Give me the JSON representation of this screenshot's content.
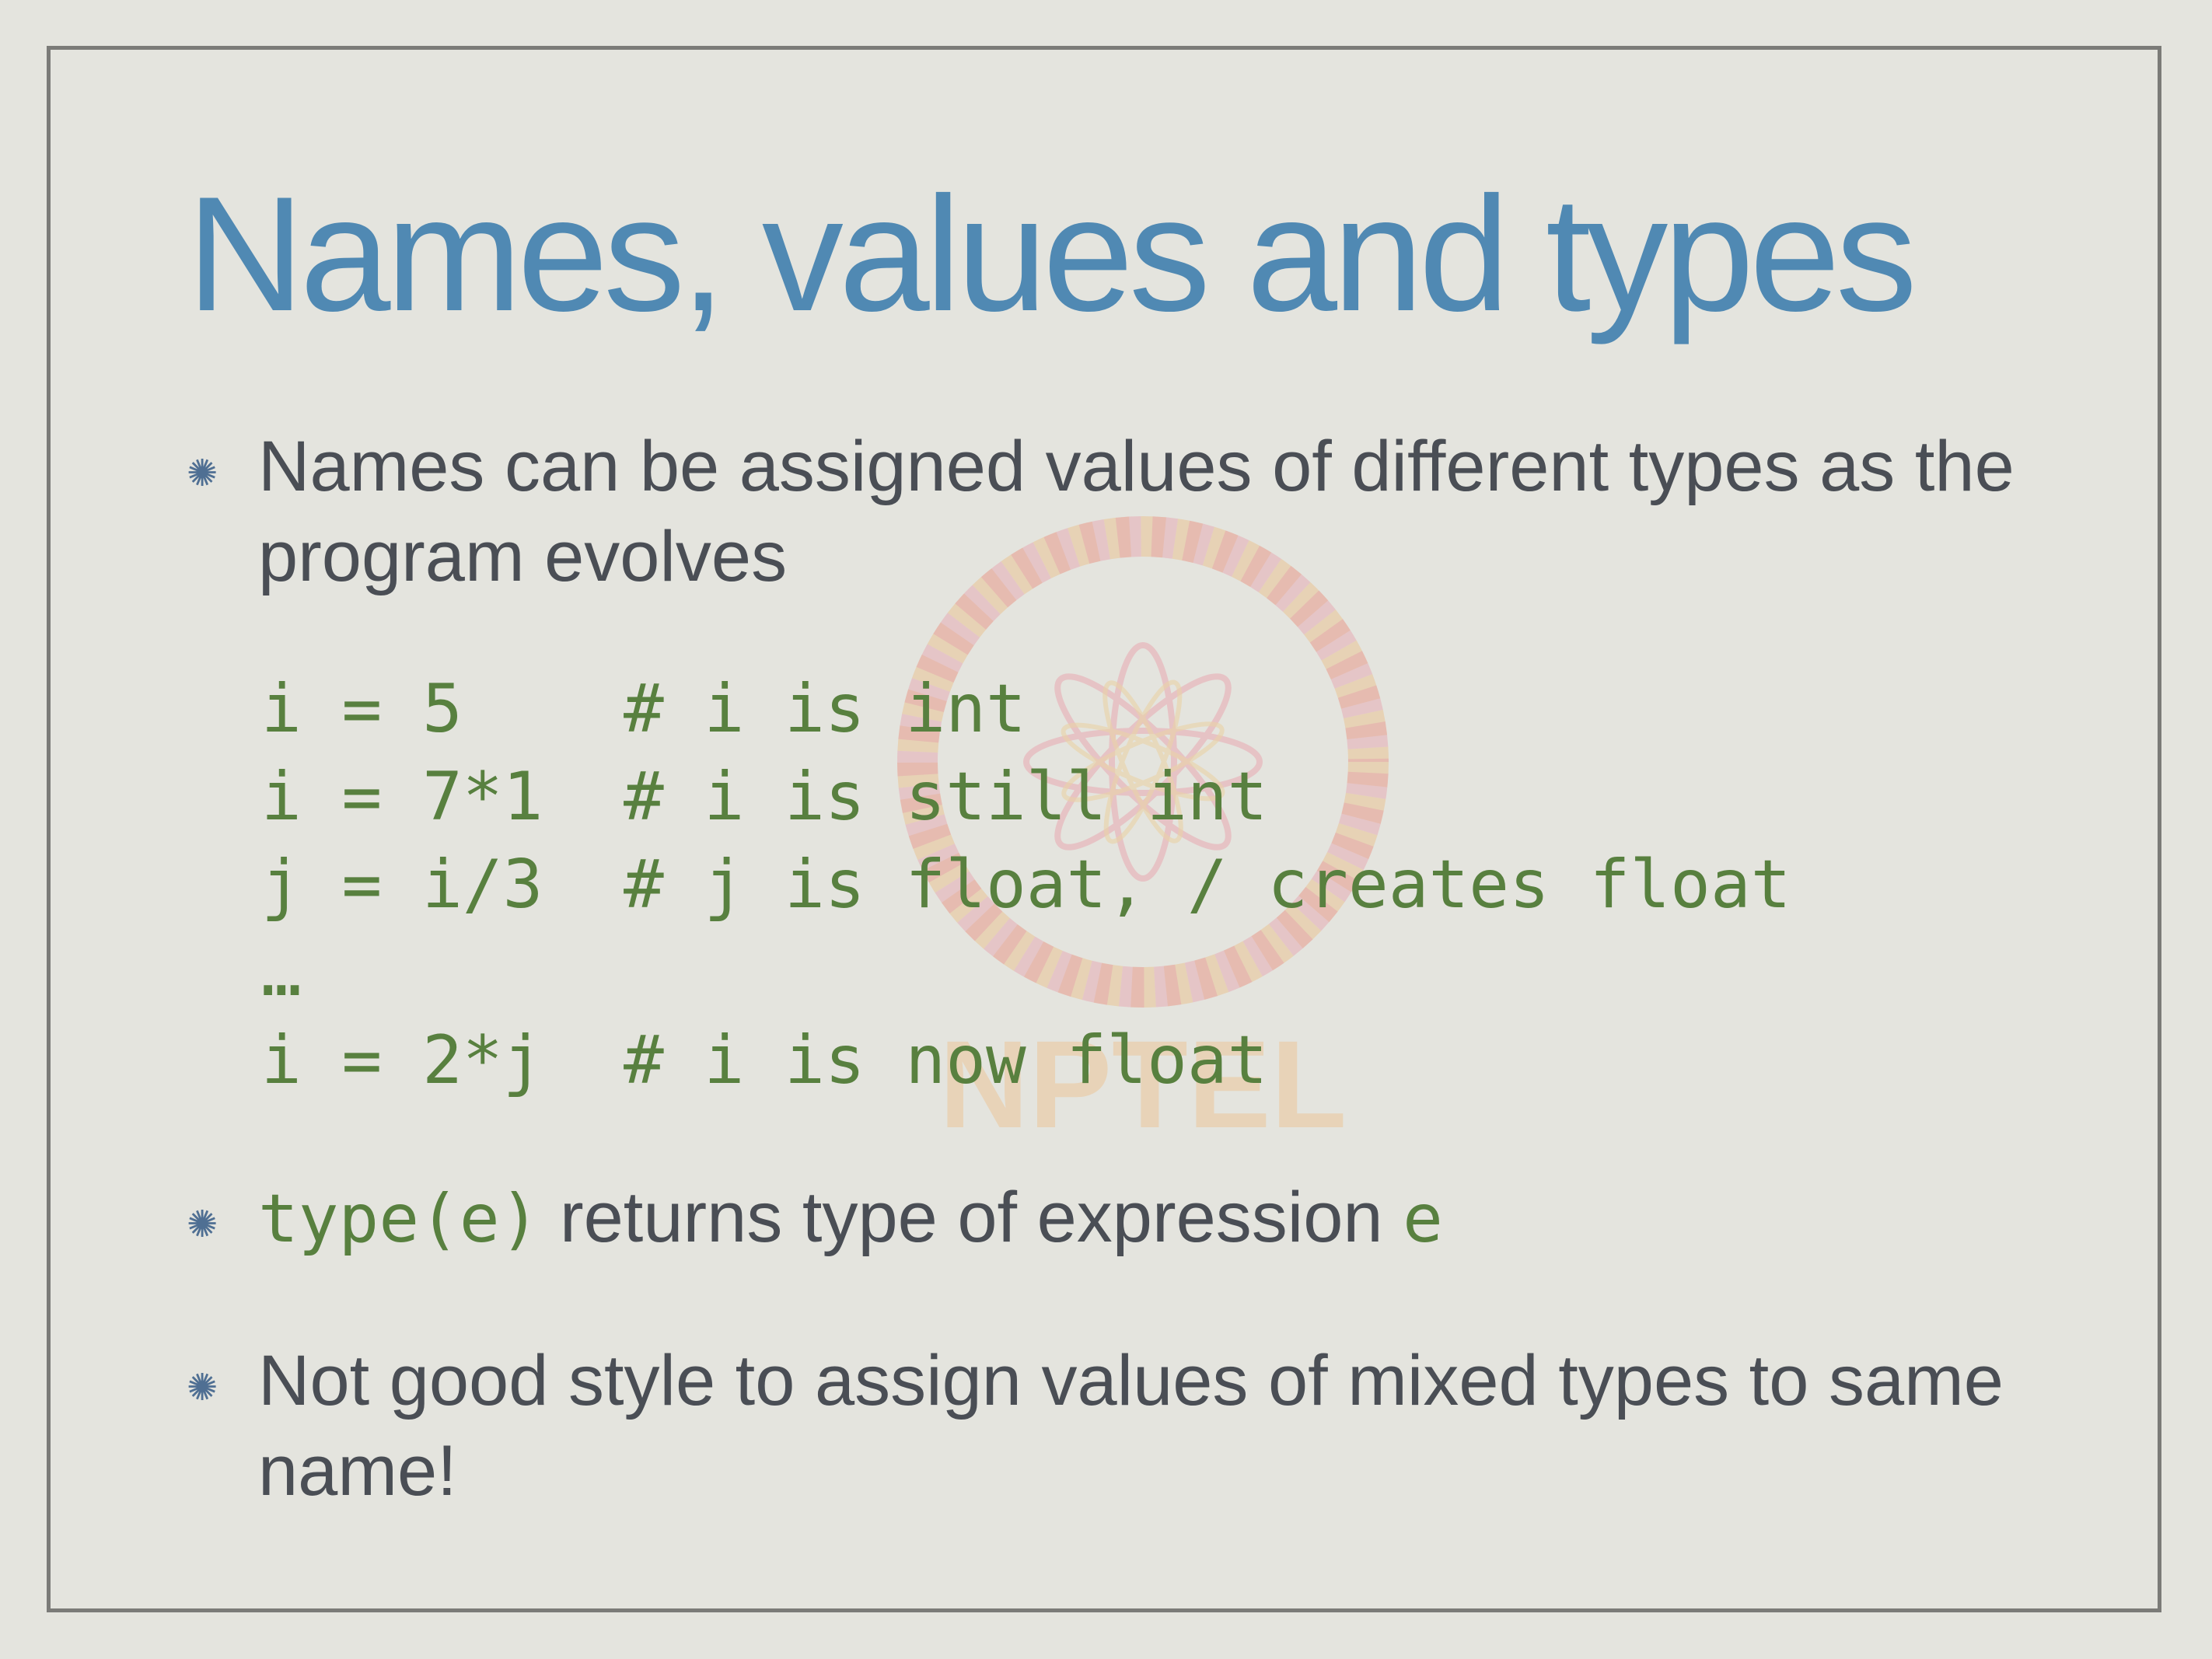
{
  "slide": {
    "title": "Names, values and types",
    "bullets": [
      {
        "text": "Names can be assigned values of different types as the program evolves"
      },
      {
        "code_prefix": "type(e)",
        "text_middle": " returns type of expression ",
        "code_suffix": "e"
      },
      {
        "text": "Not good style to assign values of mixed types to same name!"
      }
    ],
    "code_lines": [
      "i = 5    # i is int",
      "i = 7*1  # i is still int",
      "j = i/3  # j is float, / creates float",
      "…",
      "i = 2*j  # i is now float"
    ],
    "bullet_icon": "asterisk-bullet-icon",
    "watermark_text": "NPTEL",
    "colors": {
      "title": "#5089b3",
      "body_text": "#4a4e55",
      "code": "#58803f",
      "background": "#e4e4de",
      "frame": "#7b7b78"
    }
  }
}
